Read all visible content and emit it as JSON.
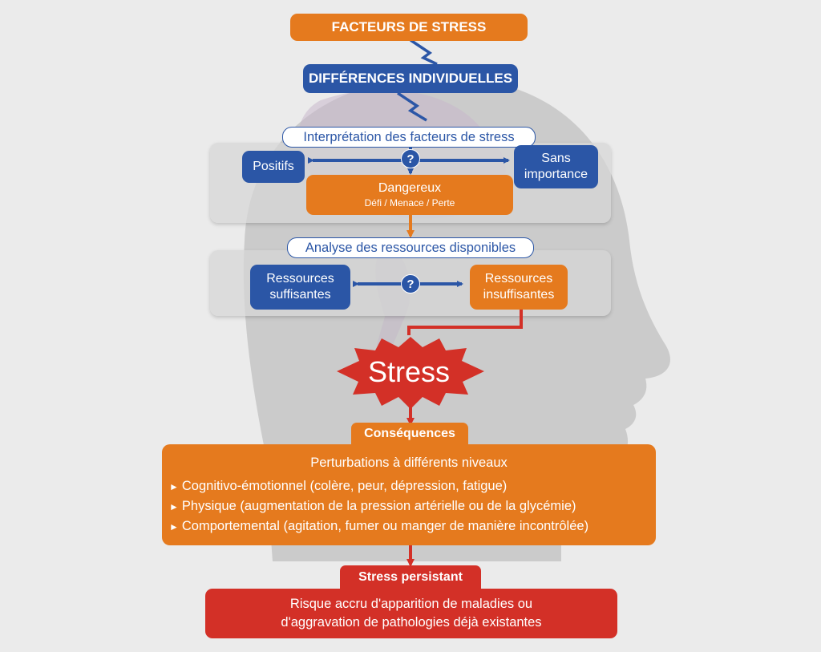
{
  "diagram": {
    "stressors": "FACTEURS DE STRESS",
    "individual_differences": "DIFFÉRENCES INDIVIDUELLES",
    "interpretation": "Interprétation des facteurs de stress",
    "positive": "Positifs",
    "irrelevant_line1": "Sans",
    "irrelevant_line2": "importance",
    "dangerous": "Dangereux",
    "dangerous_sub": "Défi / Menace / Perte",
    "question_mark": "?",
    "resources_analysis": "Analyse des ressources disponibles",
    "sufficient_line1": "Ressources",
    "sufficient_line2": "suffisantes",
    "insufficient_line1": "Ressources",
    "insufficient_line2": "insuffisantes",
    "stress": "Stress",
    "consequences": "Conséquences",
    "disturbances_title": "Perturbations à différents niveaux",
    "bullet_marker": "►",
    "disturbances": [
      "Cognitivo-émotionnel (colère, peur, dépression, fatigue)",
      "Physique (augmentation de la pression artérielle ou de la glycémie)",
      "Comportemental (agitation, fumer ou manger de manière incontrôlée)"
    ],
    "persistent_stress": "Stress persistant",
    "risk_line1": "Risque accru d'apparition de maladies ou",
    "risk_line2": "d'aggravation de pathologies déjà existantes"
  },
  "colors": {
    "orange": "#e57a1e",
    "blue": "#2b56a6",
    "red": "#d33027",
    "background": "#ebebeb",
    "head_silhouette": "#c9c9c9"
  }
}
